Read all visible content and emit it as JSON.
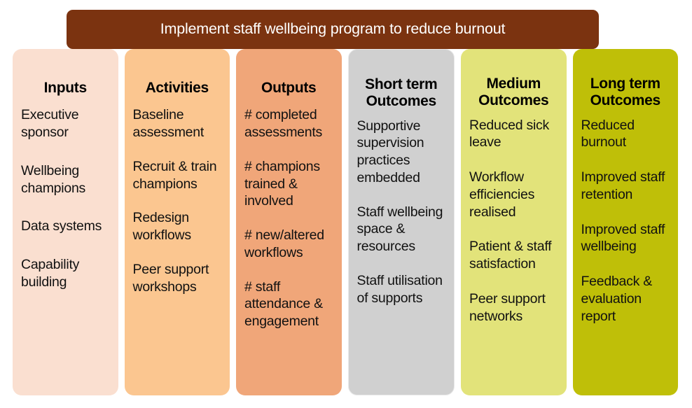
{
  "diagram": {
    "type": "logic-model",
    "banner": {
      "title": "Implement staff wellbeing program to reduce burnout",
      "background_color": "#7b3310",
      "text_color": "#ffffff"
    },
    "columns": [
      {
        "id": "inputs",
        "heading": "Inputs",
        "color": "#fadfd0",
        "outlined": false,
        "items": [
          "Executive sponsor",
          "Wellbeing champions",
          "Data systems",
          "Capability building"
        ]
      },
      {
        "id": "activities",
        "heading": "Activities",
        "color": "#fbc690",
        "outlined": false,
        "items": [
          "Baseline assessment",
          "Recruit & train champions",
          "Redesign workflows",
          "Peer support workshops"
        ]
      },
      {
        "id": "outputs",
        "heading": "Outputs",
        "color": "#f0a679",
        "outlined": false,
        "items": [
          "# completed assessments",
          "# champions trained & involved",
          "# new/altered workflows",
          "# staff attendance & engagement"
        ]
      },
      {
        "id": "short-term-outcomes",
        "heading": "Short term Outcomes",
        "color": "#d0d0d0",
        "outlined": true,
        "items": [
          "Supportive supervision practices embedded",
          "Staff wellbeing space & resources",
          "Staff utilisation of supports"
        ]
      },
      {
        "id": "medium-outcomes",
        "heading": "Medium Outcomes",
        "color": "#e2e37a",
        "outlined": false,
        "items": [
          "Reduced sick leave",
          "Workflow efficiencies realised",
          "Patient & staff satisfaction",
          "Peer support networks"
        ]
      },
      {
        "id": "long-term-outcomes",
        "heading": "Long term Outcomes",
        "color": "#bfbf08",
        "outlined": false,
        "items": [
          "Reduced burnout",
          "Improved staff retention",
          "Improved staff wellbeing",
          "Feedback & evaluation report"
        ]
      }
    ]
  }
}
